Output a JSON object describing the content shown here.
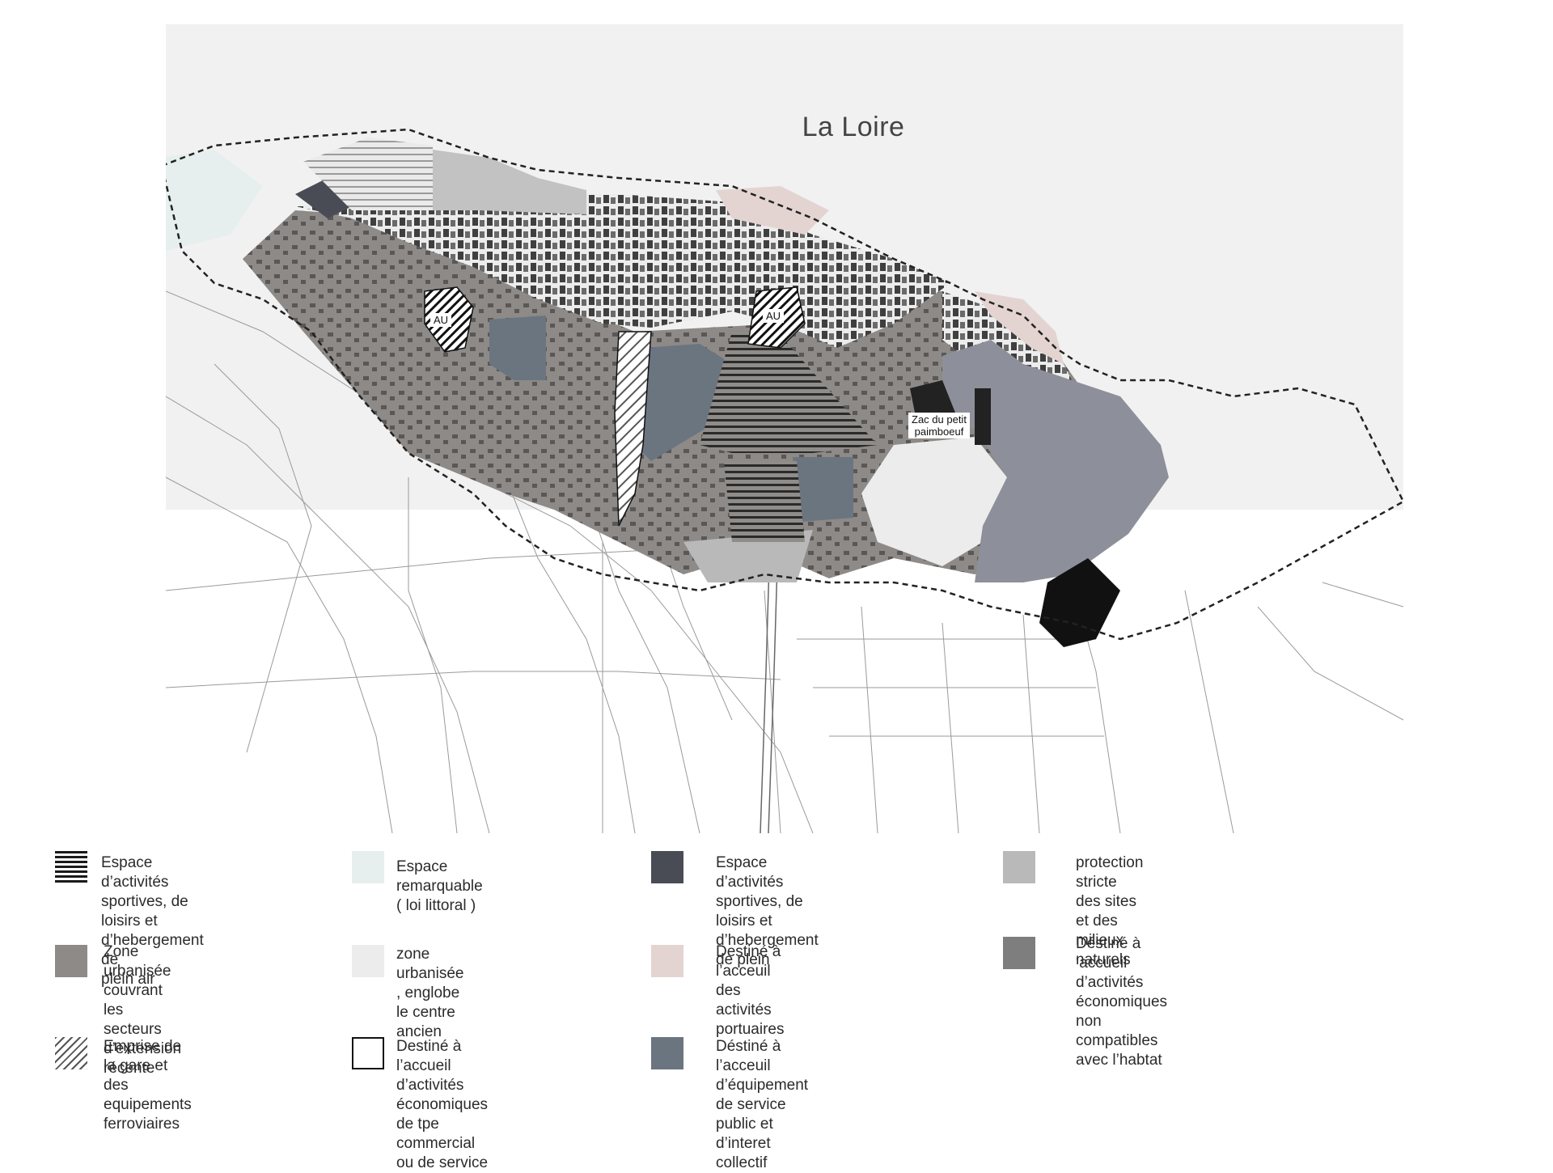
{
  "map": {
    "title": "La Loire",
    "labels": {
      "au_west": "AU",
      "au_east": "AU",
      "zac": "Zac du petit\npaimboeuf"
    }
  },
  "legend": {
    "items": [
      {
        "id": "sport-hatch",
        "text": "Espace d’activités sportives, de\nloisirs et d’hebergement de\nplein air",
        "swatch": "hlines",
        "color": "#1a1a1a"
      },
      {
        "id": "remarkable",
        "text": "Espace remarquable ( loi littoral )",
        "swatch": "solid",
        "color": "#e6efed"
      },
      {
        "id": "sport-dark",
        "text": "Espace d’activités sportives, de\nloisirs et d’hebergement  de plein",
        "swatch": "solid",
        "color": "#4a4c55"
      },
      {
        "id": "protection",
        "text": "protection stricte des sites et des\nmilieux naturels",
        "swatch": "solid",
        "color": "#b9b9b9"
      },
      {
        "id": "recent-ext",
        "text": "Zone  urbanisée couvrant les\nsecteurs d’extension récente",
        "swatch": "solid",
        "color": "#8d8a87"
      },
      {
        "id": "old-center",
        "text": "zone urbanisée , englobe le centre\nancien",
        "swatch": "solid",
        "color": "#ececec"
      },
      {
        "id": "port",
        "text": "Destiné à l’acceuil des\nactivités portuaires",
        "swatch": "solid",
        "color": "#e3d4d2"
      },
      {
        "id": "eco-incompat",
        "text": "Déstiné à ‘accueil d’activités économiques\nnon compatibles avec l’habtat",
        "swatch": "solid",
        "color": "#7f7e7e"
      },
      {
        "id": "rail",
        "text": "Emprise de la gare et des\nequipements ferroviaires",
        "swatch": "diag",
        "color": "#555555"
      },
      {
        "id": "tpe",
        "text": "Destiné à l’accueil d’activités\néconomiques de tpe commercial\nou de service",
        "swatch": "outline",
        "color": "#111111"
      },
      {
        "id": "public-equip",
        "text": "Déstiné à l’acceuil d’équipement\nde service public et d’interet\ncollectif",
        "swatch": "solid",
        "color": "#6a7580"
      }
    ]
  }
}
